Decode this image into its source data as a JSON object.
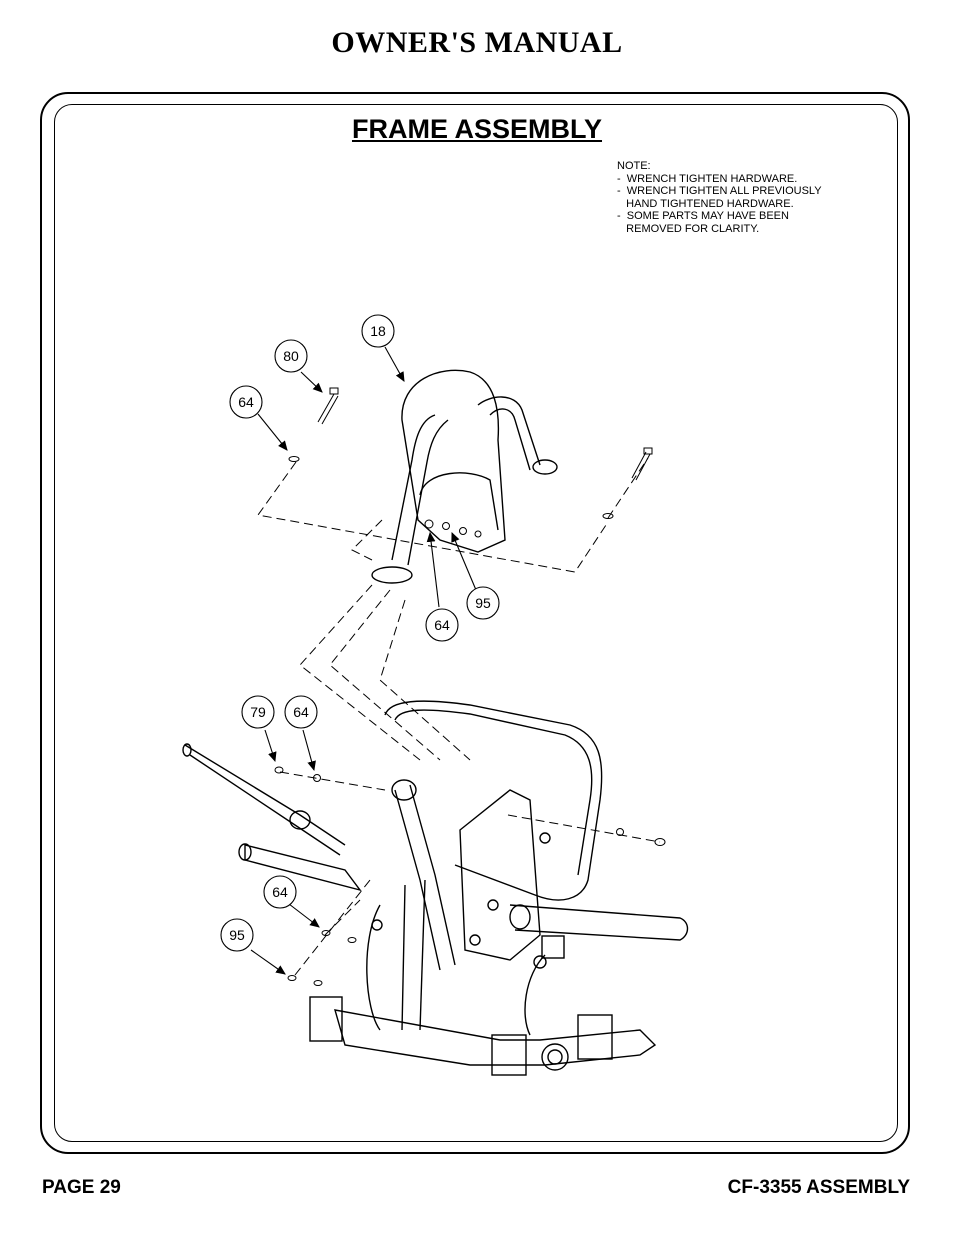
{
  "header": {
    "title": "OWNER'S MANUAL"
  },
  "section": {
    "title": "FRAME ASSEMBLY"
  },
  "note": {
    "lines": [
      "NOTE:",
      "-  WRENCH TIGHTEN HARDWARE.",
      "-  WRENCH TIGHTEN ALL PREVIOUSLY",
      "   HAND TIGHTENED HARDWARE.",
      "-  SOME PARTS MAY HAVE BEEN",
      "   REMOVED FOR CLARITY."
    ]
  },
  "callouts": {
    "c18": "18",
    "c80": "80",
    "c64a": "64",
    "c95a": "95",
    "c64b": "64",
    "c79": "79",
    "c64c": "64",
    "c64d": "64",
    "c95b": "95"
  },
  "footer": {
    "page": "PAGE 29",
    "model": "CF-3355 ASSEMBLY"
  }
}
